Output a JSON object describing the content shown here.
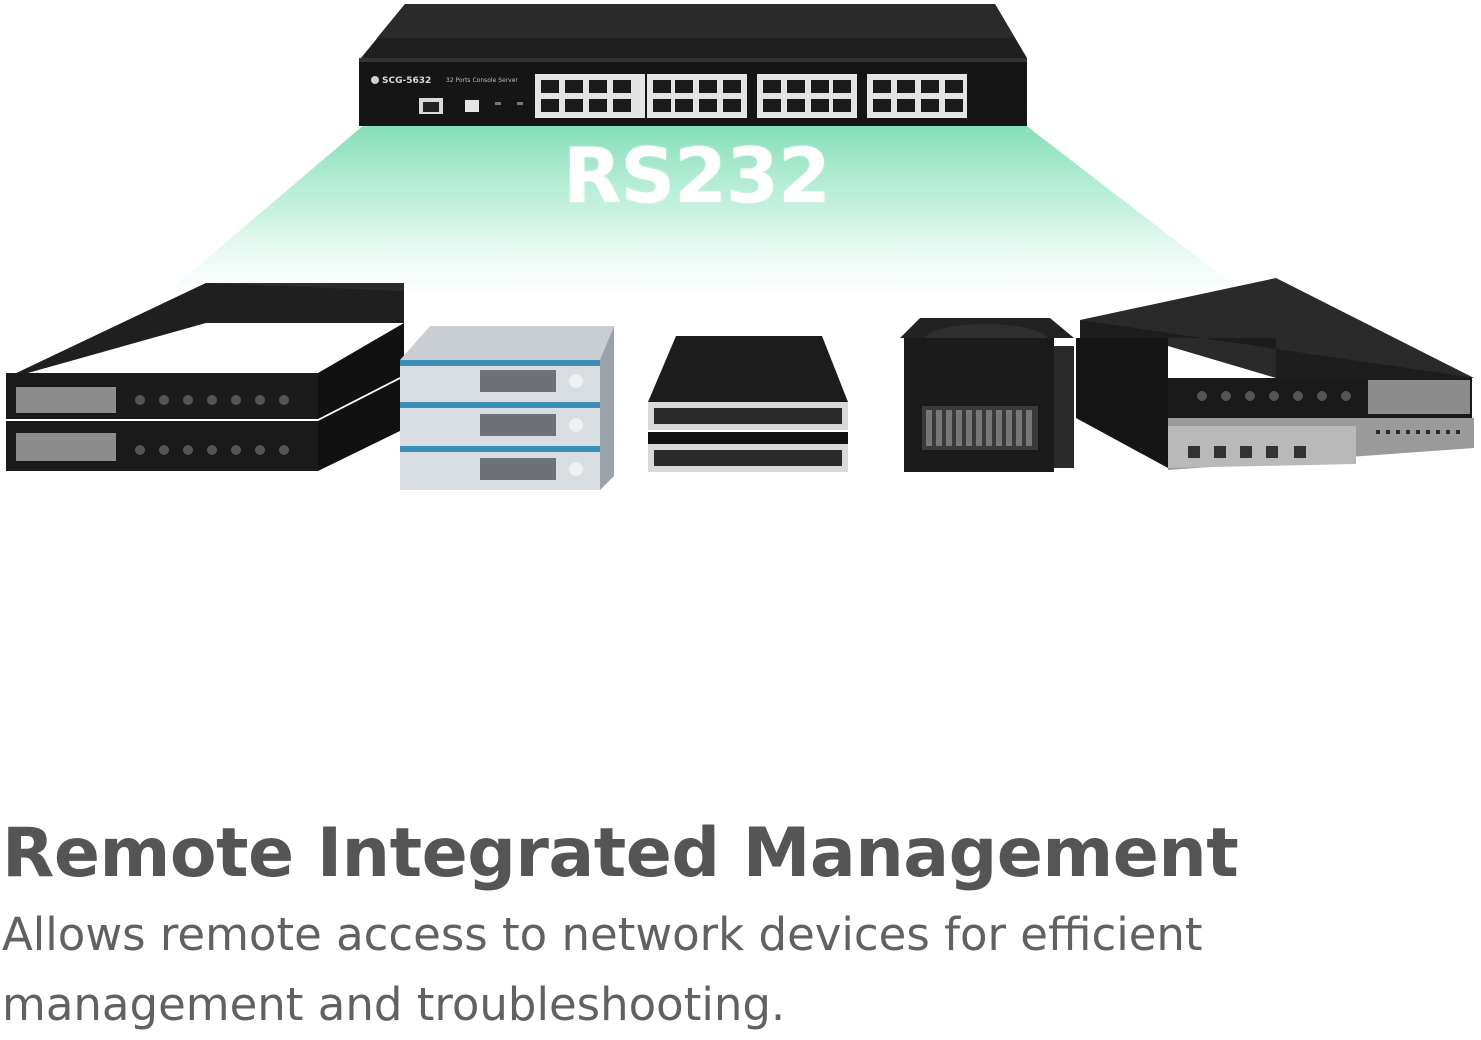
{
  "hero": {
    "console_model": "SCG-5632",
    "console_subtitle": "32 Ports Console Server",
    "link_label": "RS232",
    "beam_color": "#7ddcb4"
  },
  "feature": {
    "title": "Remote Integrated Management",
    "description_line1": "Allows remote access to network devices for efficient",
    "description_line2": "management and troubleshooting."
  },
  "devices": [
    {
      "icon": "rack-server-icon"
    },
    {
      "icon": "storage-array-icon"
    },
    {
      "icon": "network-switch-icon"
    },
    {
      "icon": "blade-chassis-icon"
    },
    {
      "icon": "firewall-appliance-icon"
    }
  ]
}
